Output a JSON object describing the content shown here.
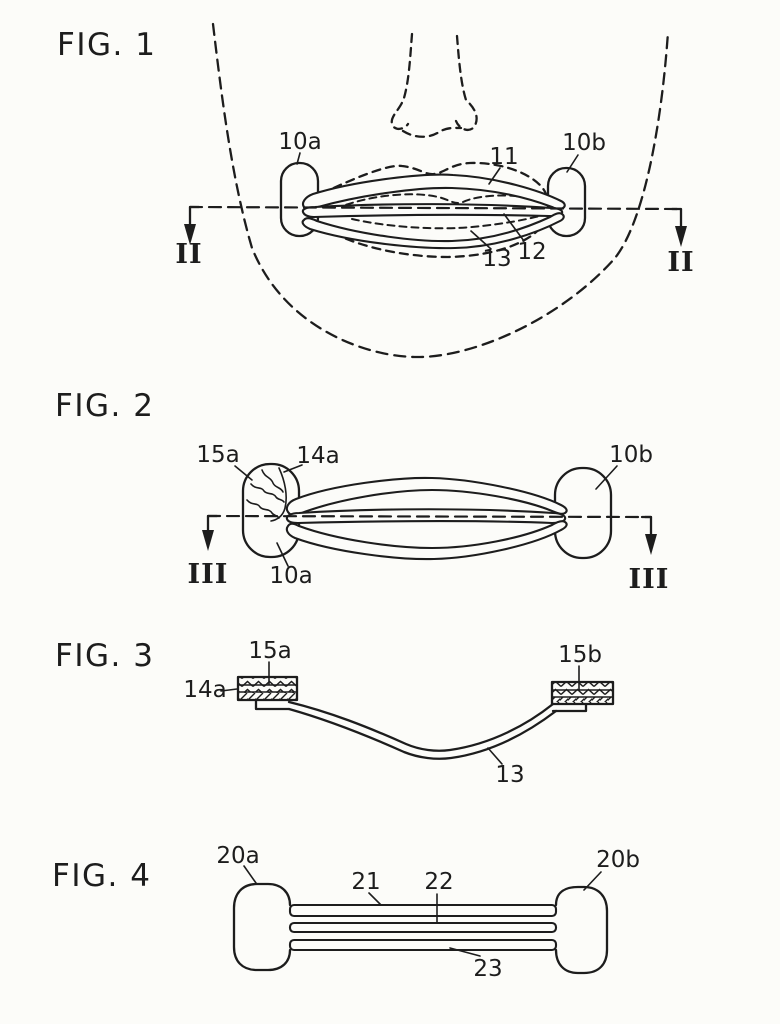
{
  "sheet": {
    "paper_color": "#fcfcf9",
    "ink_color": "#1d1d1d"
  },
  "figures": [
    {
      "title": "FIG. 1",
      "section_marker_left": "II",
      "section_marker_right": "II",
      "parts": {
        "ref_10a": "10a",
        "ref_10b": "10b",
        "ref_11": "11",
        "ref_12": "12",
        "ref_13": "13"
      }
    },
    {
      "title": "FIG. 2",
      "section_marker_left": "III",
      "section_marker_right": "III",
      "parts": {
        "ref_15a": "15a",
        "ref_14a": "14a",
        "ref_10b": "10b",
        "ref_10a": "10a"
      }
    },
    {
      "title": "FIG. 3",
      "parts": {
        "ref_15a": "15a",
        "ref_14a": "14a",
        "ref_15b": "15b",
        "ref_13": "13"
      }
    },
    {
      "title": "FIG. 4",
      "parts": {
        "ref_20a": "20a",
        "ref_20b": "20b",
        "ref_21": "21",
        "ref_22": "22",
        "ref_23": "23"
      }
    }
  ]
}
